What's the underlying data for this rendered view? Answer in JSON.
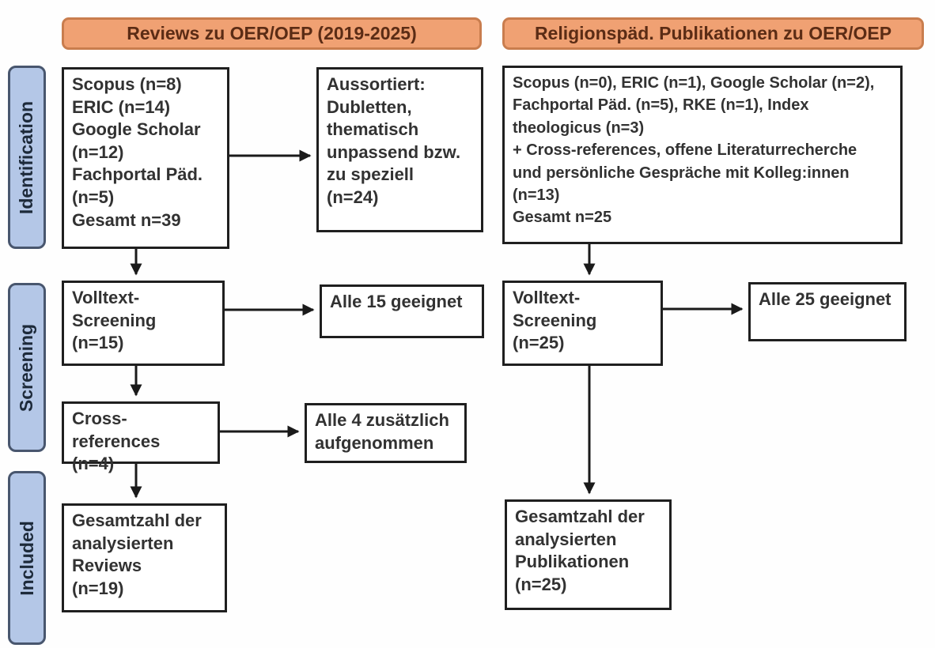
{
  "colors": {
    "background": "#fefefe",
    "header_fill": "#f0a173",
    "header_border": "#c97d4e",
    "header_text": "#5b2c15",
    "stage_fill": "#b4c7e7",
    "stage_border": "#48566e",
    "stage_text": "#1d2a3a",
    "box_border": "#1f1f1f",
    "box_text": "#323232",
    "arrow": "#1a1a1a"
  },
  "headers": {
    "left": "Reviews zu OER/OEP (2019-2025)",
    "right": "Religionspäd. Publikationen zu OER/OEP"
  },
  "stages": {
    "identification": "Identification",
    "screening": "Screening",
    "included": "Included"
  },
  "left_column": {
    "sources": "Scopus (n=8)\nERIC (n=14)\nGoogle Scholar\n(n=12)\nFachportal Päd.\n(n=5)\nGesamt n=39",
    "excluded": "Aussortiert:\nDubletten,\nthematisch\nunpassend bzw.\nzu speziell\n(n=24)",
    "fulltext_screening": "Volltext-\nScreening\n(n=15)",
    "fulltext_result": "Alle 15 geeignet",
    "cross_references": "Cross-references\n(n=4)",
    "cross_references_result": "Alle 4 zusätzlich\naufgenommen",
    "included_total": "Gesamtzahl der\nanalysierten\nReviews\n(n=19)"
  },
  "right_column": {
    "sources": "Scopus (n=0), ERIC (n=1), Google Scholar (n=2),\nFachportal Päd. (n=5), RKE (n=1), Index\ntheologicus (n=3)\n+ Cross-references, offene Literaturrecherche\nund persönliche Gespräche mit Kolleg:innen\n(n=13)\nGesamt n=25",
    "fulltext_screening": "Volltext-\nScreening\n(n=25)",
    "fulltext_result": "Alle 25 geeignet",
    "included_total": "Gesamtzahl der\nanalysierten\nPublikationen\n(n=25)"
  }
}
